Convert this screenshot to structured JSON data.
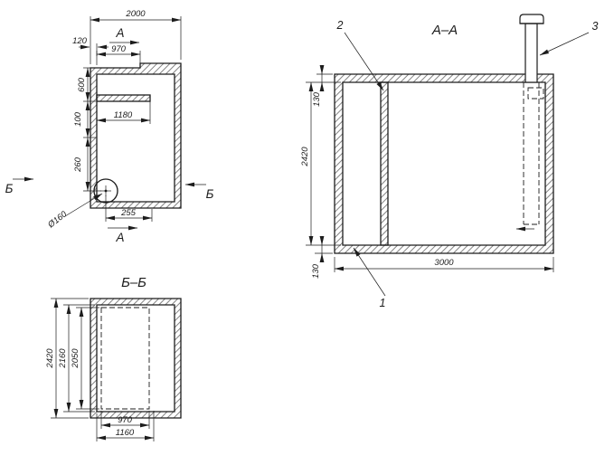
{
  "plan": {
    "marker_a_top": "А",
    "marker_a_bottom": "А",
    "marker_b_left": "Б",
    "marker_b_right": "Б",
    "dims": {
      "w2000": "2000",
      "d120": "120",
      "d970": "970",
      "d600": "600",
      "d100": "100",
      "d1180": "1180",
      "d260": "260",
      "dia160": "Ø160",
      "d255": "255"
    }
  },
  "section_aa": {
    "title": "А–А",
    "callouts": {
      "c1": "1",
      "c2": "2",
      "c3": "3"
    },
    "dims": {
      "wall_top": "130",
      "height": "2420",
      "wall_bottom": "130",
      "width": "3000"
    }
  },
  "section_bb": {
    "title": "Б–Б",
    "dims": {
      "outer_h": "2420",
      "inner_h": "2160",
      "opening_h": "2050",
      "opening_w": "970",
      "inner_w": "1160"
    }
  }
}
